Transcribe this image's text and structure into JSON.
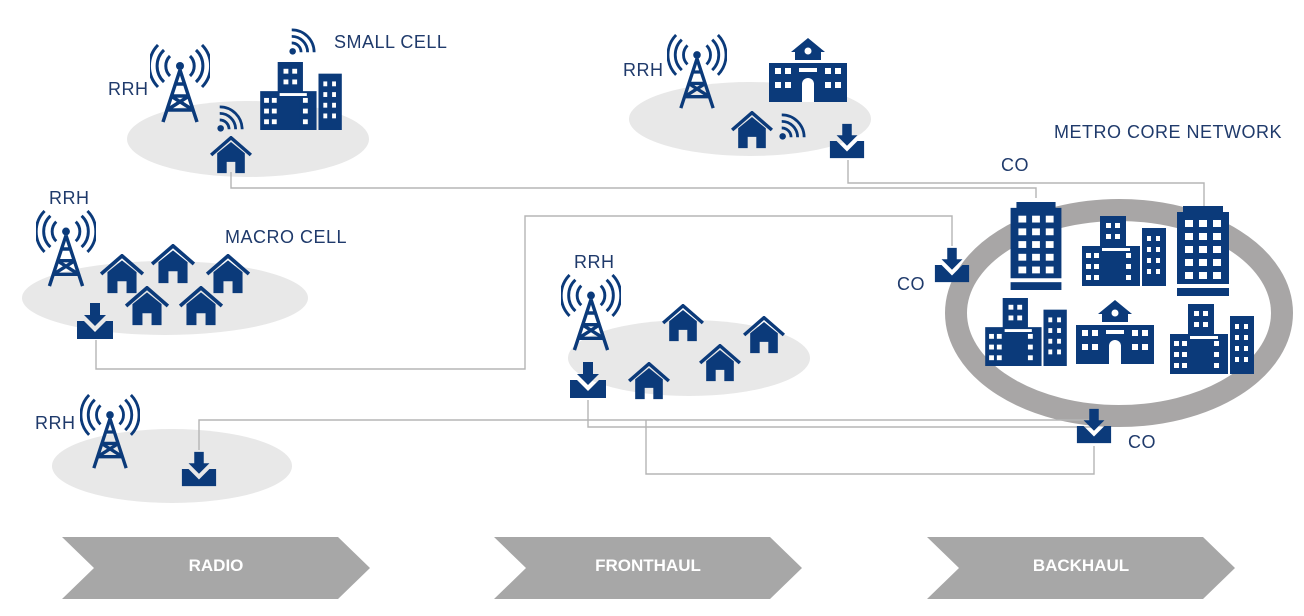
{
  "labels": {
    "small_cell": "SMALL CELL",
    "macro_cell": "MACRO CELL",
    "metro_core": "METRO CORE NETWORK",
    "rrh": "RRH",
    "co": "CO"
  },
  "stages": [
    {
      "label": "RADIO"
    },
    {
      "label": "FRONTHAUL"
    },
    {
      "label": "BACKHAUL"
    }
  ],
  "colors": {
    "icon": "#0b3a7a",
    "ellipse": "#e8e8e8",
    "ring": "#a8a6a6",
    "line": "#b5b5b5",
    "chevron": "#a7a7a7",
    "text": "#1f3a6b"
  }
}
